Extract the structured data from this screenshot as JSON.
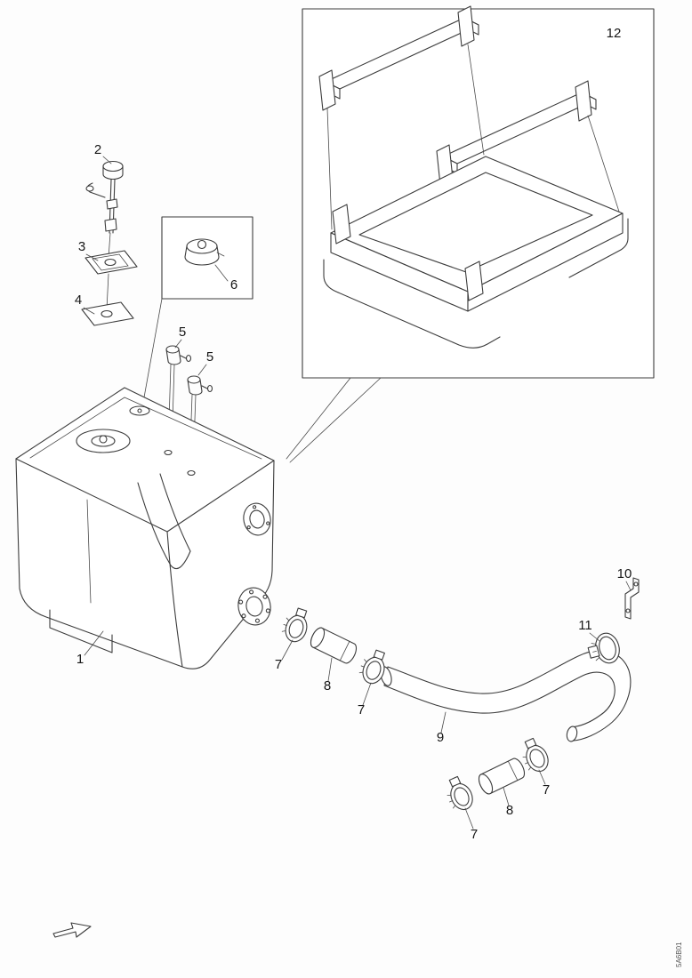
{
  "page": {
    "background": "#fdfdfd",
    "ink_color": "#3c3c3c",
    "type": "exploded-parts-diagram",
    "subject": "fuel-tank-with-hoses-clamps-and-mounting-frame"
  },
  "doc_code": "5A6B01",
  "callouts": {
    "inset": "12",
    "vent": "2",
    "plate_upper": "3",
    "plate_lower": "4",
    "cap": "6",
    "fitting_a": "5",
    "fitting_b": "5",
    "tank": "1",
    "clamp_a": "7",
    "coupling_a": "8",
    "clamp_b": "7",
    "hose": "9",
    "bracket": "10",
    "band_clamp": "11",
    "clamp_c": "7",
    "coupling_b": "8",
    "clamp_d": "7"
  }
}
